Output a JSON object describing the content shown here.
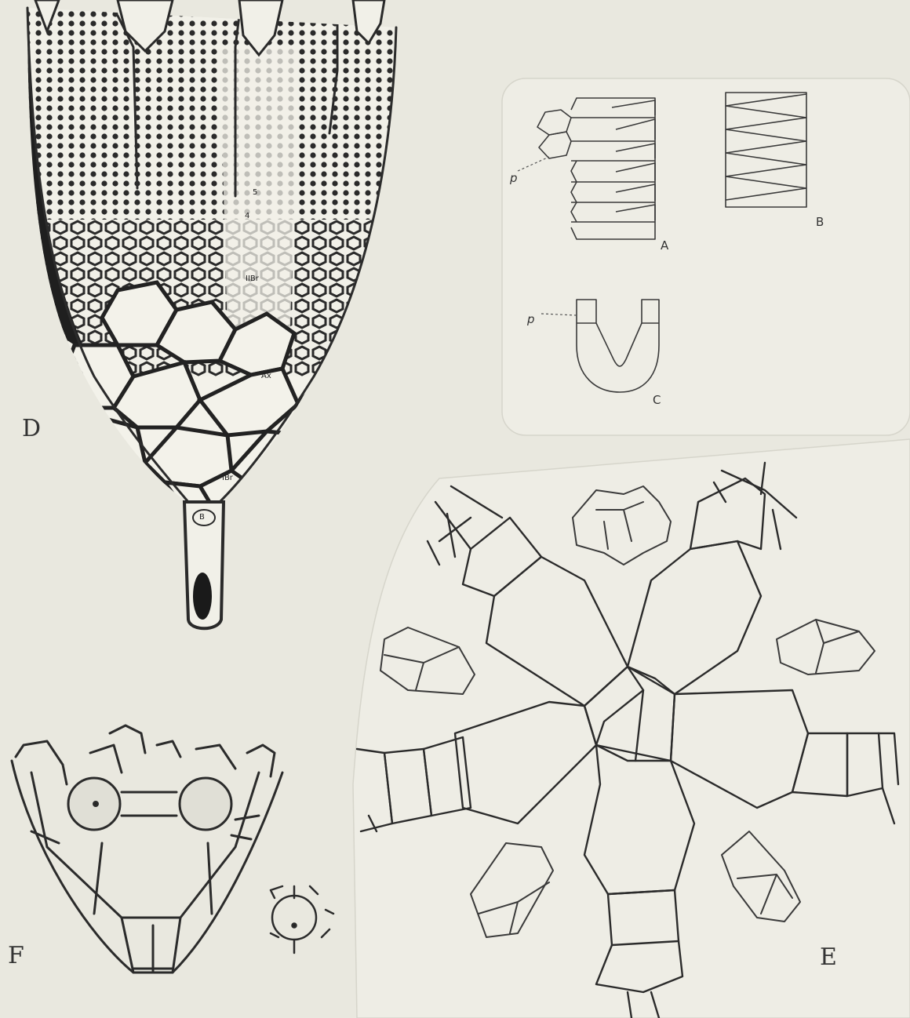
{
  "figures": {
    "d": {
      "label": "D",
      "plate_letters": [
        "5",
        "4",
        "IIBr",
        "Ax",
        "IBr",
        "B"
      ]
    },
    "a": {
      "label": "A",
      "marker": "p"
    },
    "b": {
      "label": "B"
    },
    "c": {
      "label": "C",
      "marker": "p"
    },
    "e": {
      "label": "E"
    },
    "f": {
      "label": "F"
    }
  }
}
